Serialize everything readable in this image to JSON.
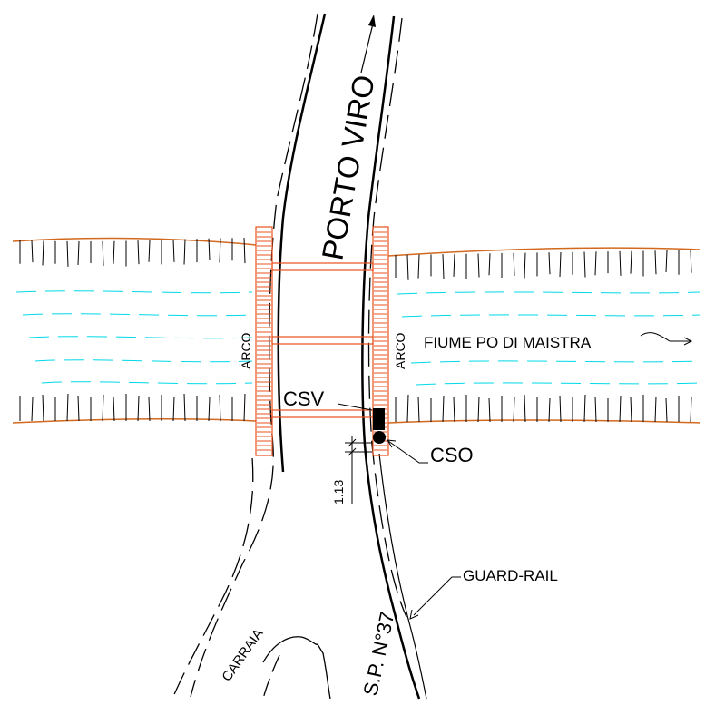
{
  "labels": {
    "road_name": "PORTO VIRO",
    "arch_left": "ARCO",
    "arch_right": "ARCO",
    "river": "FIUME PO DI MAISTRA",
    "csv": "CSV",
    "cso": "CSO",
    "dimension": "1.13",
    "guard_rail": "GUARD-RAIL",
    "road_code": "S.P. N°37",
    "carraia": "CARRAIA"
  },
  "colors": {
    "bridge": "#e8501e",
    "bank_line": "#d2691e",
    "water": "#00d8e8",
    "ink": "#000000"
  }
}
